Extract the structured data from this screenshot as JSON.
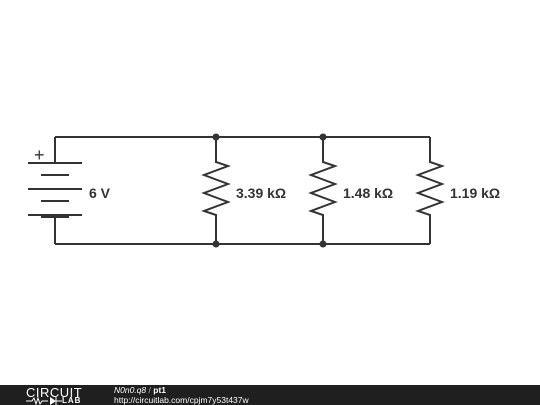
{
  "circuit": {
    "battery": {
      "polarity_mark": "+",
      "label": "6 V"
    },
    "resistors": [
      {
        "label": "3.39 kΩ"
      },
      {
        "label": "1.48 kΩ"
      },
      {
        "label": "1.19 kΩ"
      }
    ],
    "colors": {
      "wire": "#333333",
      "background": "#ffffff"
    }
  },
  "footer": {
    "logo_top": "CIRCUIT",
    "logo_bottom": "LAB",
    "user": "N0n0.q8",
    "separator": "/",
    "title": "pt1",
    "url": "http://circuitlab.com/cpjm7y53t437w",
    "background": "#1f1f1f"
  }
}
